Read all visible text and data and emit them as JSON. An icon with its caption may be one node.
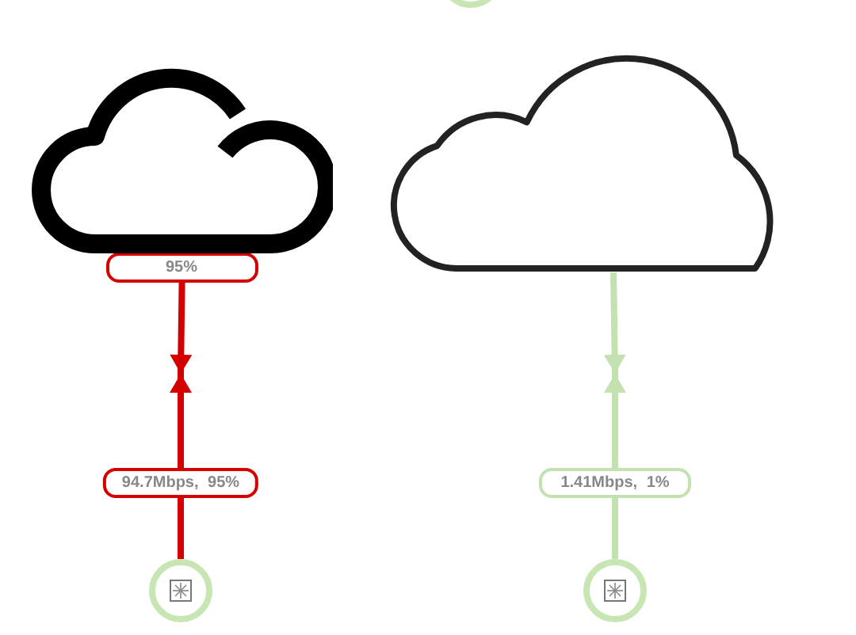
{
  "diagram": {
    "nodes": [
      {
        "text": [],
        "shape": "circle"
      },
      {
        "text": [],
        "shape": "cloud"
      },
      {
        "text": [],
        "shape": "cloud"
      },
      {
        "text": [],
        "shape": "circle"
      },
      {
        "text": [],
        "shape": "circle"
      }
    ],
    "edges": [
      {
        "from": 1,
        "to": null,
        "arrow": "to",
        "label": "95%",
        "color": "#d40000"
      },
      {
        "from": 3,
        "to": null,
        "arrow": "to",
        "label": "94.7Mbps, 95%",
        "color": "#d40000"
      },
      {
        "from": 2,
        "to": null,
        "arrow": "to",
        "color": "#c3e2b0"
      },
      {
        "from": 4,
        "to": null,
        "arrow": "to",
        "label": "1.41Mbps, 1%",
        "color": "#c3e2b0"
      }
    ]
  }
}
